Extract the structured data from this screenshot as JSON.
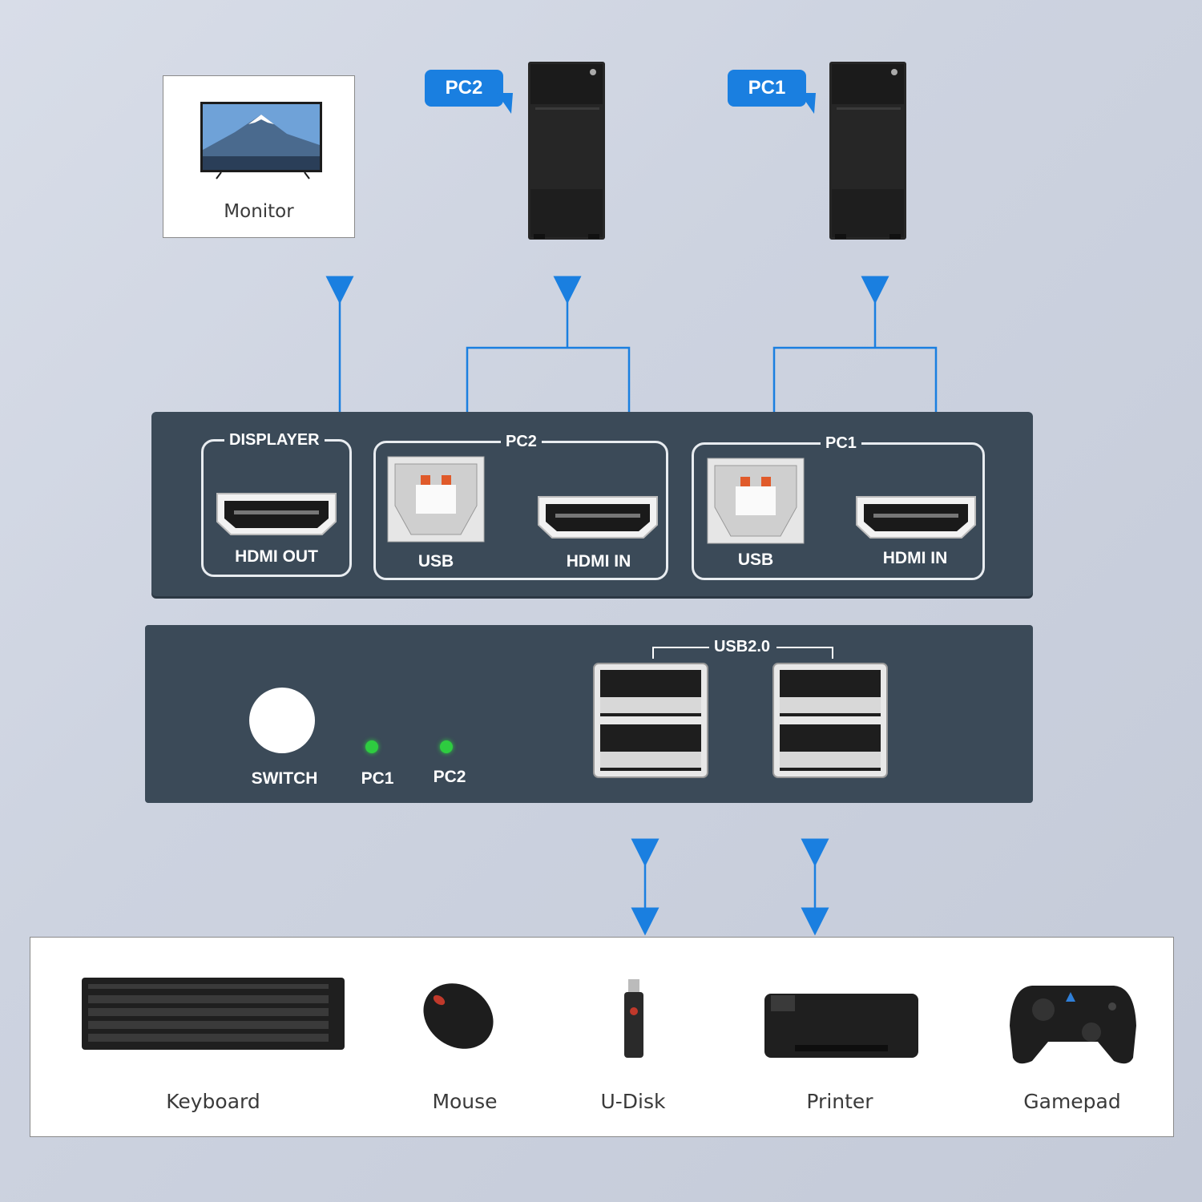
{
  "monitor": {
    "label": "Monitor"
  },
  "pcs": {
    "pc2_tag": "PC2",
    "pc1_tag": "PC1"
  },
  "back_panel": {
    "displayer_title": "DISPLAYER",
    "hdmi_out_label": "HDMI OUT",
    "pc2_title": "PC2",
    "pc1_title": "PC1",
    "usb_label": "USB",
    "hdmi_in_label": "HDMI IN"
  },
  "front_panel": {
    "switch_label": "SWITCH",
    "led_pc1_label": "PC1",
    "led_pc2_label": "PC2",
    "usb_group_label": "USB2.0"
  },
  "devices": [
    {
      "label": "Keyboard"
    },
    {
      "label": "Mouse"
    },
    {
      "label": "U-Disk"
    },
    {
      "label": "Printer"
    },
    {
      "label": "Gamepad"
    }
  ],
  "colors": {
    "accent": "#1a7fe0",
    "panel": "#3b4a58",
    "led": "#2ecc40"
  }
}
